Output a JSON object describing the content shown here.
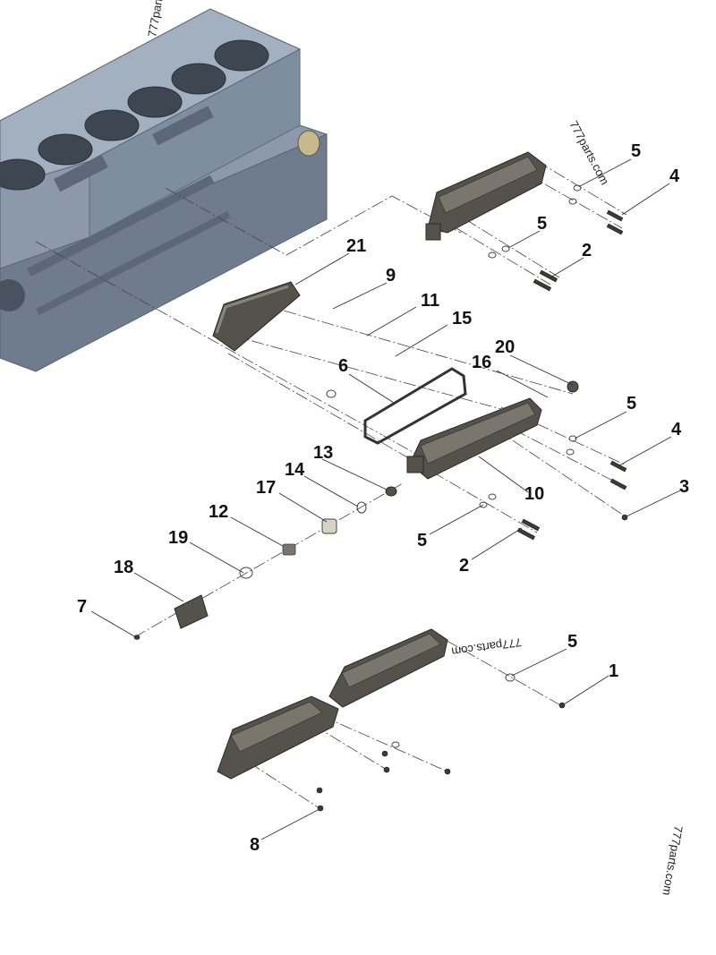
{
  "callouts": [
    "1",
    "2",
    "2",
    "3",
    "4",
    "4",
    "5",
    "5",
    "5",
    "5",
    "5",
    "6",
    "7",
    "8",
    "9",
    "10",
    "11",
    "12",
    "13",
    "14",
    "15",
    "16",
    "17",
    "18",
    "19",
    "20",
    "21"
  ],
  "watermarks": [
    "777parts.com",
    "777parts.com",
    "777parts.com",
    "777part"
  ],
  "colors": {
    "block": "#8b99ab",
    "part": "#55524c",
    "ink": "#111111"
  }
}
